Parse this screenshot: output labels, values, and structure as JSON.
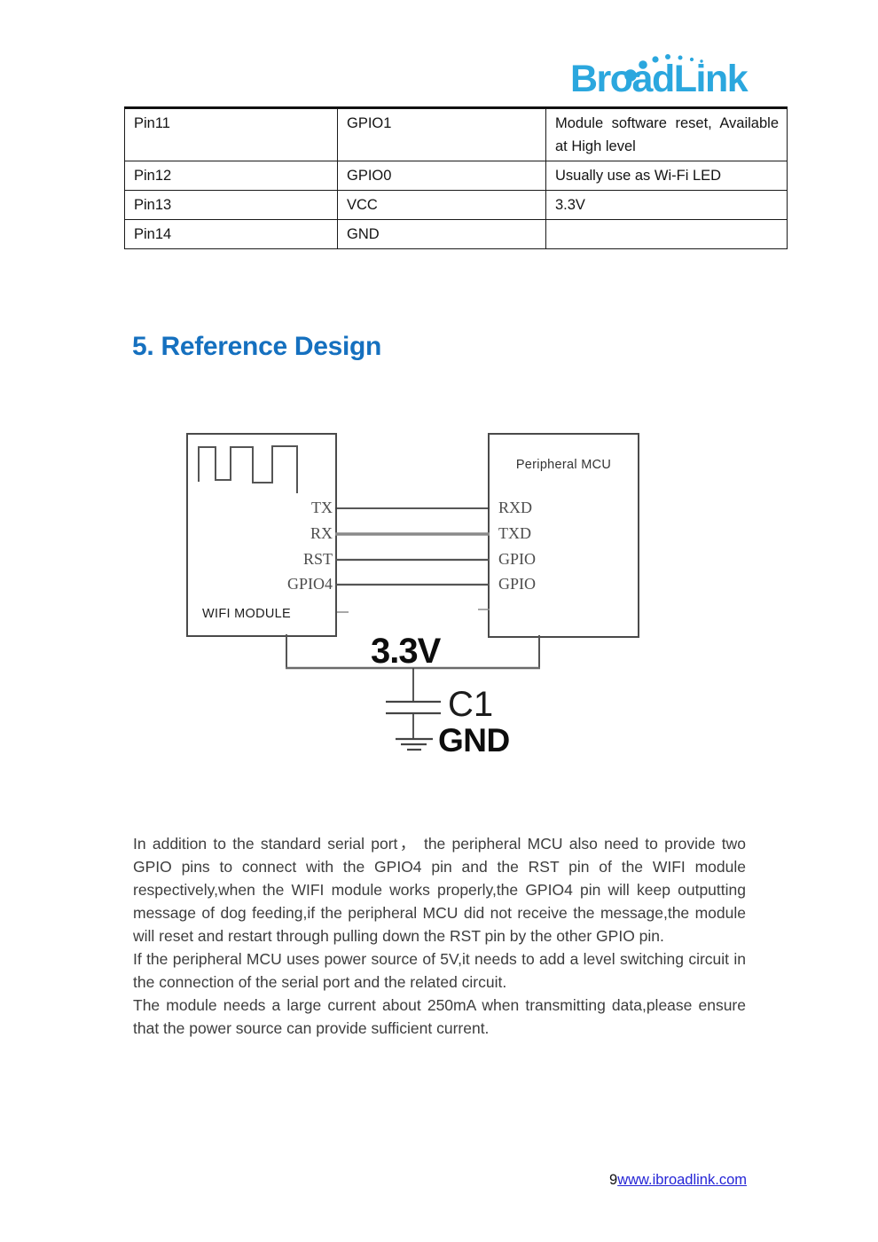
{
  "logo": {
    "text": "BroadLink"
  },
  "pin_table": {
    "rows": [
      {
        "pin": "Pin11",
        "signal": "GPIO1",
        "description": "Module software reset, Available at High level"
      },
      {
        "pin": "Pin12",
        "signal": "GPIO0",
        "description": "Usually use as Wi-Fi LED"
      },
      {
        "pin": "Pin13",
        "signal": "VCC",
        "description": "3.3V"
      },
      {
        "pin": "Pin14",
        "signal": "GND",
        "description": ""
      }
    ]
  },
  "section_heading": "5. Reference Design",
  "diagram": {
    "wifi_module": {
      "label": "WIFI MODULE",
      "pins": [
        "TX",
        "RX",
        "RST",
        "GPIO4"
      ]
    },
    "peripheral_mcu": {
      "label": "Peripheral MCU",
      "pins": [
        "RXD",
        "TXD",
        "GPIO",
        "GPIO"
      ]
    },
    "power_rail_label": "3.3V",
    "capacitor_label": "C1",
    "ground_label": "GND"
  },
  "paragraphs": [
    "In addition to the standard serial port， the peripheral MCU also need to provide two GPIO pins to connect with the GPIO4 pin and the RST pin of the WIFI module respectively,when the WIFI module works properly,the GPIO4 pin will keep outputting message of dog feeding,if the peripheral MCU did not receive the message,the module will reset and restart through pulling down the RST pin by the other GPIO pin.",
    "If the peripheral MCU uses power source of 5V,it needs to add a level switching circuit in the connection of the serial port and the related circuit.",
    "The module needs a large current about 250mA when transmitting data,please ensure that the power source can provide sufficient current."
  ],
  "footer": {
    "page_number": "9",
    "link_text": "www.ibroadlink.com"
  },
  "colors": {
    "heading": "#1570BF",
    "logo": "#2BA7DE",
    "link": "#2525D6"
  }
}
